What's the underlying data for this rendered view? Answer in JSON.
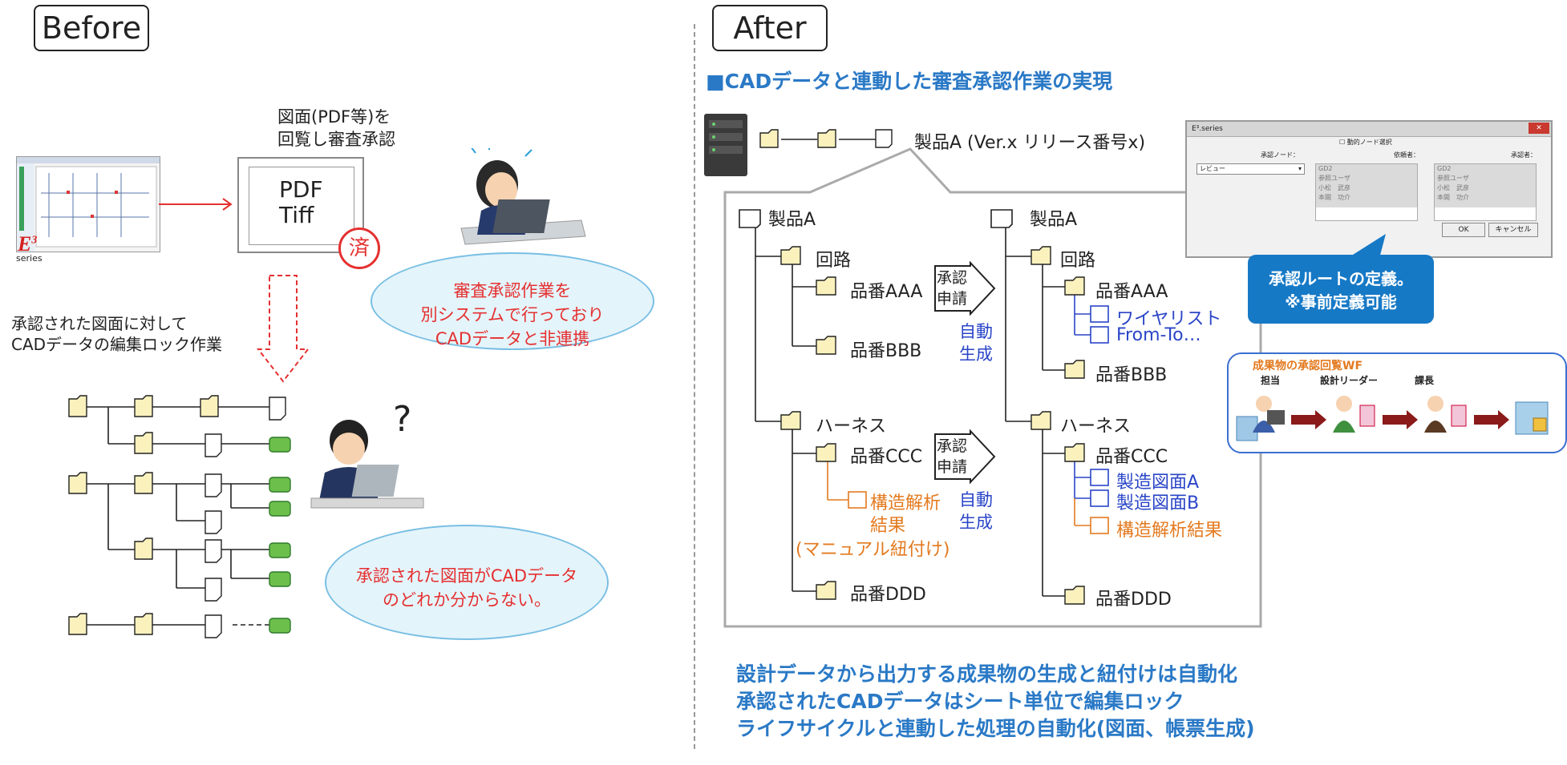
{
  "before": {
    "title": "Before",
    "pdf_caption_line1": "図面(PDF等)を",
    "pdf_caption_line2": "回覧し審査承認",
    "pdf_doc_line1": "PDF",
    "pdf_doc_line2": "Tiff",
    "stamp": "済",
    "logo_text": "series",
    "bubble1_line1": "審査承認作業を",
    "bubble1_line2": "別システムで行っており",
    "bubble1_line3": "CADデータと非連携",
    "lock_caption_line1": "承認された図面に対して",
    "lock_caption_line2": "CADデータの編集ロック作業",
    "question": "?",
    "bubble2_line1": "承認された図面がCADデータ",
    "bubble2_line2": "のどれか分からない。"
  },
  "after": {
    "title": "After",
    "heading": "■CADデータと連動した審査承認作業の実現",
    "product_version": "製品A (Ver.x リリース番号x)",
    "left_tree": {
      "root": "製品A",
      "circuit": "回路",
      "aaa": "品番AAA",
      "bbb": "品番BBB",
      "harness": "ハーネス",
      "ccc": "品番CCC",
      "struct_line1": "構造解析",
      "struct_line2": "結果",
      "manual": "(マニュアル紐付け)",
      "ddd": "品番DDD"
    },
    "arrow1": {
      "line1": "承認",
      "line2": "申請",
      "auto1": "自動",
      "auto2": "生成"
    },
    "arrow2": {
      "line1": "承認",
      "line2": "申請",
      "auto1": "自動",
      "auto2": "生成"
    },
    "right_tree": {
      "root": "製品A",
      "circuit": "回路",
      "aaa": "品番AAA",
      "wirelist": "ワイヤリスト",
      "fromto": "From-To…",
      "bbb": "品番BBB",
      "harness": "ハーネス",
      "ccc": "品番CCC",
      "mfg_a": "製造図面A",
      "mfg_b": "製造図面B",
      "struct": "構造解析結果",
      "ddd": "品番DDD"
    },
    "dialog": {
      "title": "E³.series",
      "checkbox": "動的ノード選択",
      "col1": "承認ノード：",
      "col2": "依頼者：",
      "col3": "承認者：",
      "select_value": "レビュー",
      "list2": [
        "GD2",
        "参照ユーザ",
        "小松　武彦",
        "本間　功介"
      ],
      "list3": [
        "GD2",
        "参照ユーザ",
        "小松　武彦",
        "本間　功介"
      ],
      "ok": "OK",
      "cancel": "キャンセル"
    },
    "callout_line1": "承認ルートの定義。",
    "callout_line2": "※事前定義可能",
    "wf_title": "成果物の承認回覧WF",
    "wf_roles": [
      "担当",
      "設計リーダー",
      "課長"
    ],
    "summary_line1": "設計データから出力する成果物の生成と紐付けは自動化",
    "summary_line2": "承認されたCADデータはシート単位で編集ロック",
    "summary_line3": "ライフサイクルと連動した処理の自動化(図面、帳票生成)"
  }
}
